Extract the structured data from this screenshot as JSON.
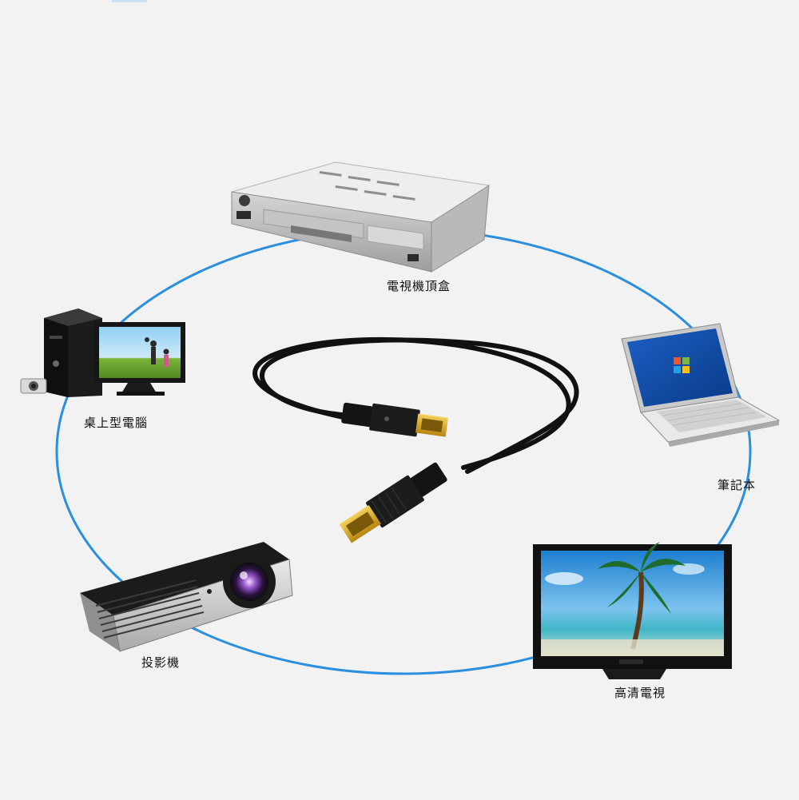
{
  "colors": {
    "ring": "#2b8fe0",
    "background": "#f2f2f2",
    "cable": "#111111",
    "connector_gold": "#d8a21e"
  },
  "devices": {
    "set_top_box": {
      "label": "電視機頂盒",
      "icon": "set-top-box-icon"
    },
    "desktop": {
      "label": "桌上型電腦",
      "icon": "desktop-computer-icon"
    },
    "laptop": {
      "label": "筆記本",
      "icon": "laptop-icon"
    },
    "projector": {
      "label": "投影機",
      "icon": "projector-icon"
    },
    "hdtv": {
      "label": "高清電視",
      "icon": "hdtv-icon"
    }
  },
  "center": {
    "icon": "displayport-cable-icon"
  }
}
